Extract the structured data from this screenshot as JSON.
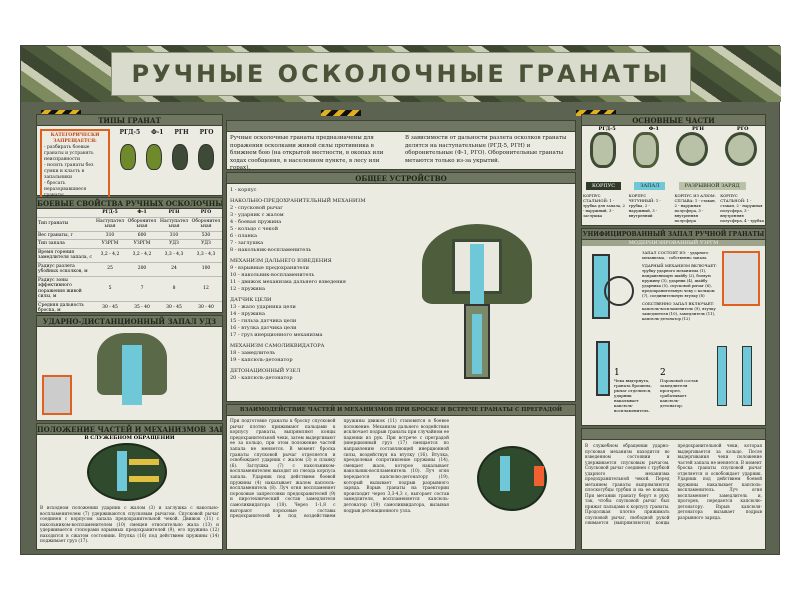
{
  "title": "РУЧНЫЕ ОСКОЛОЧНЫЕ ГРАНАТЫ",
  "grenades": [
    "РГД-5",
    "Ф-1",
    "РГН",
    "РГО"
  ],
  "types": {
    "header": "ТИПЫ ГРАНАТ",
    "warning_title": "КАТЕГОРИЧЕСКИ ЗАПРЕЩАЕТСЯ:",
    "warnings": [
      "- разбирать боевые гранаты и устранять неисправности",
      "- носить гранаты без сумки и класть в запальники",
      "- бросать неразорвавшиеся гранаты"
    ]
  },
  "props": {
    "header": "БОЕВЫЕ СВОЙСТВА РУЧНЫХ ОСКОЛОЧНЫХ ГРАНАТ",
    "rows": [
      [
        "Тип гранаты",
        "Наступательная",
        "Оборонительная",
        "Наступательная",
        "Оборонительная"
      ],
      [
        "Вес гранаты, г",
        "310",
        "600",
        "310",
        "530"
      ],
      [
        "Тип запала",
        "УЗРГМ",
        "УЗРГМ",
        "УДЗ",
        "УДЗ"
      ],
      [
        "Время горения замедлителя запала, с",
        "3,2 - 4,2",
        "3,2 - 4,2",
        "3,3 - 4,3",
        "3,3 - 4,3"
      ],
      [
        "Радиус разлета убойных осколков, м",
        "25",
        "200",
        "24",
        "100"
      ],
      [
        "Радиус зоны эффективного поражения живой силы, м",
        "5",
        "7",
        "8",
        "12"
      ],
      [
        "Средняя дальность броска, м",
        "30 - 45",
        "35 - 40",
        "30 - 45",
        "30 - 40"
      ]
    ]
  },
  "udz": {
    "header": "УДАРНО-ДИСТАНЦИОННЫЙ ЗАПАЛ УДЗ"
  },
  "position": {
    "header": "ПОЛОЖЕНИЕ ЧАСТЕЙ И МЕХАНИЗМОВ ЗАПАЛА",
    "subheader": "В СЛУЖЕБНОМ ОБРАЩЕНИИ",
    "text": "В исходном положении ударник с жалом (3) и заглушка с накольно-воспламенителем (7) удерживаются спусковым рычагом. Спусковой рычаг соединен с корпусом запала предохранительной чекой. Движок (11) с накольником-воспламенителем (10) смещен относительно жала (13) и удерживается стопорами взрывных предохранителей (9), его пружина (12) находится в сжатом состоянии. Втулка (16) под действием пружины (14) поджимает груз (17)."
  },
  "intro": {
    "left": "Ручные осколочные гранаты предназначены для поражения осколками живой силы противника в ближнем бою (на открытой местности, в окопах или ходах сообщения, в населенном пункте, в лесу или горах).",
    "right": "В зависимости от дальности разлета осколков гранаты делятся на наступательные (РГД-5, РГН) и оборонительные (Ф-1, РГО). Оборонительные гранаты метаются только из-за укрытий."
  },
  "device": {
    "header": "ОБЩЕЕ УСТРОЙСТВО",
    "groups": [
      {
        "title": "",
        "items": [
          "1 - корпус"
        ]
      },
      {
        "title": "НАКОЛЬНО-ПРЕДОХРАНИТЕЛЬНЫЙ МЕХАНИЗМ",
        "items": [
          "2 - спусковой рычаг",
          "3 - ударник с жалом",
          "4 - боевая пружина",
          "5 - кольцо с чекой",
          "6 - планка",
          "7 - заглушка",
          "8 - накольник-воспламенитель"
        ]
      },
      {
        "title": "МЕХАНИЗМ ДАЛЬНЕГО ВЗВЕДЕНИЯ",
        "items": [
          "9 - взрывные предохранители",
          "10 - накольник-воспламенитель",
          "11 - движок механизма дальнего взведения",
          "12 - пружина"
        ]
      },
      {
        "title": "ДАТЧИК ЦЕЛИ",
        "items": [
          "13 - жало ударника цели",
          "14 - пружина",
          "15 - гильза датчика цели",
          "16 - втулка датчика цели",
          "17 - груз инерционного механизма"
        ]
      },
      {
        "title": "МЕХАНИЗМ САМОЛИКВИДАТОРА",
        "items": [
          "18 - замедлитель",
          "19 - капсюль-детонатор"
        ]
      },
      {
        "title": "ДЕТОНАЦИОННЫЙ УЗЕЛ",
        "items": [
          "20 - капсюль-детонатор"
        ]
      }
    ]
  },
  "interaction": {
    "header": "ВЗАИМОДЕЙСТВИЕ ЧАСТЕЙ И МЕХАНИЗМОВ ПРИ БРОСКЕ И ВСТРЕЧЕ ГРАНАТЫ С ПРЕГРАДОЙ",
    "text": "При подготовке гранаты к броску спусковой рычаг плотно прижимают пальцами к корпусу гранаты, выпрямляют концы предохранительной чеки, затем выдергивают ее за кольцо, при этом положение частей запала не меняется. В момент броска гранаты спусковой рычаг отделяется и освобождает ударник с жалом (3) и планку (6). Заглушка (7) с накольником-воспламенителем выходит из гнезда корпуса запала. Ударник под действием боевой пружины (4) накалывает жалом капсюль-воспламенитель (8). Луч огня воспламеняет пороховые запрессовки предохранителей (9) и пиротехнический состав замедлителя самоликвидатора (18). Через 1-1,8 с выгорают пороховые составы предохранителей и под воздействием пружины движок (11) становится в боевое положение. Механизм дальнего воздействия исключает подрыв гранаты при случайном ее падении из рук. При встрече с преградой (инерционный груз (17) смещается по направлению составляющей инерционной силы, воздействуя на втулку (16). Втулка, преодолевая сопротивление пружины (14), смещает жало, которое накалывает накольник-воспламенитель (10). Луч огня передается капсюлю-детонатору (19), который вызывает подрыв разрывного заряда. Взрыв гранаты на траектории происходит через 3,3-4,3 с, выгорает состав замедлителя, воспламеняется капсюль-детонатор (19) самоликвидатора, вызывая подрыв детонационного узла."
  },
  "parts": {
    "header": "ОСНОВНЫЕ ЧАСТИ",
    "labels": [
      "КОРПУС",
      "ЗАПАЛ",
      "РАЗРЫВНОЙ ЗАРЯД"
    ],
    "notes": [
      "КОРПУС СТАЛЬНОЙ: 1 - трубка для запала, 2 - наружный, 3 - заглушка",
      "КОРПУС ЧУГУННЫЙ: 1 - трубка, 2 - наружный, 3 - внутренний",
      "КОРПУС ИЗ АЛЮМ. СПЛАВА: 1 - стакан, 2 - наружная полусфера, 3 - внутренняя полусфера",
      "КОРПУС СТАЛЬНОЙ: 1 - стакан, 2 - наружная полусфера, 3 - внутренняя полусфера, 4 - трубка"
    ]
  },
  "uzrgm": {
    "header": "УНИФИЦИРОВАННЫЙ ЗАПАЛ РУЧНОЙ ГРАНАТЫ",
    "subheader": "МОДЕРНИЗИРОВАННЫЙ УЗРГМ",
    "blocks": [
      "ЗАПАЛ СОСТОИТ ИЗ: - ударного механизма, - собственно запала",
      "УДАРНЫЙ МЕХАНИЗМ ВКЛЮЧАЕТ: трубку ударного механизма (1), направляющую шайбу (2), боевую пружину (3), ударник (4), шайбу ударника (5), спусковой рычаг (6), предохранительную чеку с кольцом (7), соединительную втулку (8)",
      "СОБСТВЕННО ЗАПАЛ ВКЛЮЧАЕТ: капсюль-воспламенитель (9), втулку замедлителя (10), замедлитель (11), капсюль-детонатор (12)"
    ],
    "steps": [
      {
        "num": "1",
        "text": "Чека выдернута, граната брошена, рычаг отделился, ударник накалывает капсюль-воспламенитель."
      },
      {
        "num": "2",
        "text": "Пороховой состав замедлителя прогорел, срабатывает капсюль-детонатор."
      }
    ]
  },
  "service": {
    "text": "В служебном обращении ударно-пусковая механизм находится во взведенном состоянии и удерживается спусковым рычагом. Спусковой рычаг соединен с трубкой ударного механизма предохранительной чекой. Перед метанием гранаты выпрямляются плоскогубцы трубки и на ее концах. При метании гранату берут в руку так, чтобы спусковой рычаг был прижат пальцами к корпусу гранаты. Продолжая плотно прижимать спусковой рычаг, свободной рукой снимается (выпрямляются) концы предохранительной чеки, которая выдергивается за кольцо. После выдергивания чеки положение частей запала не меняется. В момент броска гранаты спусковой рычаг отделяется и освобождает ударник. Ударник под действием боевой пружины накалывает капсюль-воспламенитель. Луч огня воспламеняет замедлитель и, прогорев, передается капсюлю-детонатору. Взрыв капсюля-детонатора вызывает подрыв разрывного заряда."
  }
}
